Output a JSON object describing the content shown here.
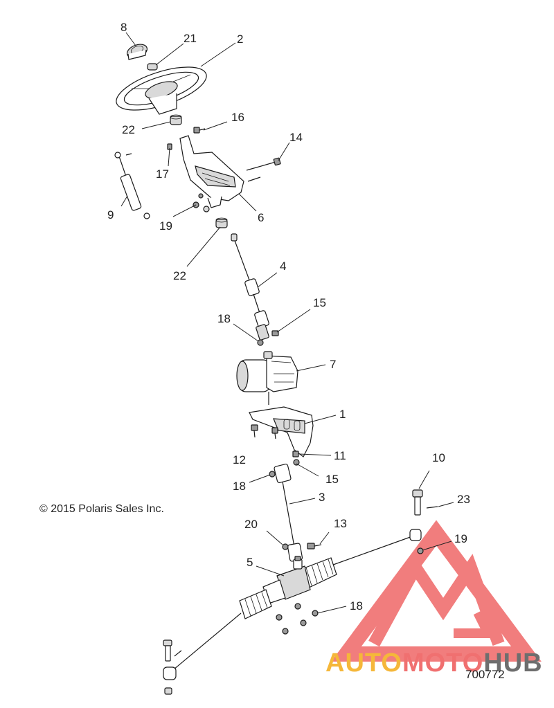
{
  "copyright": "© 2015 Polaris Sales Inc.",
  "diagram_id": "700772",
  "watermark": {
    "auto": "AUTO",
    "moto": "MOTO",
    "hub": "HUB",
    "color_primary": "#f07070",
    "color_secondary": "#f5b73a",
    "color_dark": "#6e6e6e"
  },
  "callouts": {
    "c1": "1",
    "c2": "2",
    "c3": "3",
    "c4": "4",
    "c5": "5",
    "c6": "6",
    "c7": "7",
    "c8": "8",
    "c9": "9",
    "c10": "10",
    "c11": "11",
    "c12": "12",
    "c13": "13",
    "c14": "14",
    "c15a": "15",
    "c15b": "15",
    "c16": "16",
    "c17": "17",
    "c18a": "18",
    "c18b": "18",
    "c18c": "18",
    "c19a": "19",
    "c19b": "19",
    "c20": "20",
    "c21": "21",
    "c22a": "22",
    "c22b": "22",
    "c23": "23"
  }
}
